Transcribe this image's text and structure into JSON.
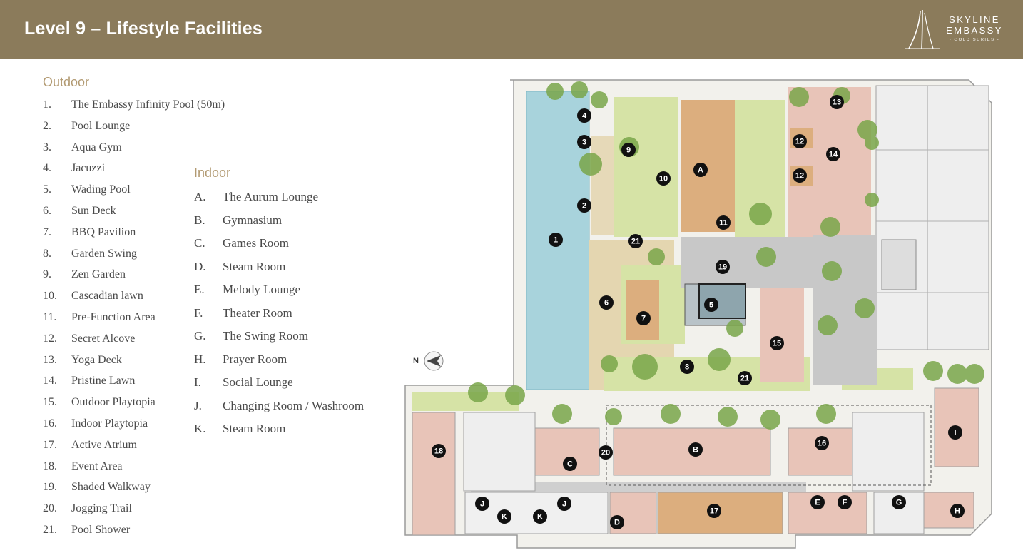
{
  "header": {
    "title": "Level 9 – Lifestyle Facilities",
    "logo": {
      "line1": "SKYLINE",
      "line2": "EMBASSY",
      "line3": "- GOLD SERIES -"
    }
  },
  "outdoor": {
    "title": "Outdoor",
    "items": [
      {
        "num": "1.",
        "label": "The Embassy Infinity Pool (50m)"
      },
      {
        "num": "2.",
        "label": "Pool Lounge"
      },
      {
        "num": "3.",
        "label": "Aqua Gym"
      },
      {
        "num": "4.",
        "label": "Jacuzzi"
      },
      {
        "num": "5.",
        "label": "Wading Pool"
      },
      {
        "num": "6.",
        "label": "Sun Deck"
      },
      {
        "num": "7.",
        "label": "BBQ Pavilion"
      },
      {
        "num": "8.",
        "label": "Garden Swing"
      },
      {
        "num": "9.",
        "label": "Zen Garden"
      },
      {
        "num": "10.",
        "label": "Cascadian lawn"
      },
      {
        "num": "11.",
        "label": "Pre-Function Area"
      },
      {
        "num": "12.",
        "label": "Secret Alcove"
      },
      {
        "num": "13.",
        "label": "Yoga Deck"
      },
      {
        "num": "14.",
        "label": "Pristine Lawn"
      },
      {
        "num": "15.",
        "label": "Outdoor Playtopia"
      },
      {
        "num": "16.",
        "label": "Indoor Playtopia"
      },
      {
        "num": "17.",
        "label": "Active Atrium"
      },
      {
        "num": "18.",
        "label": "Event Area"
      },
      {
        "num": "19.",
        "label": "Shaded Walkway"
      },
      {
        "num": "20.",
        "label": "Jogging Trail"
      },
      {
        "num": "21.",
        "label": "Pool Shower"
      }
    ]
  },
  "indoor": {
    "title": "Indoor",
    "items": [
      {
        "num": "A.",
        "label": "The Aurum Lounge"
      },
      {
        "num": "B.",
        "label": "Gymnasium"
      },
      {
        "num": "C.",
        "label": "Games Room"
      },
      {
        "num": "D.",
        "label": "Steam Room"
      },
      {
        "num": "E.",
        "label": "Melody Lounge"
      },
      {
        "num": "F.",
        "label": "Theater Room"
      },
      {
        "num": "G.",
        "label": "The Swing Room"
      },
      {
        "num": "H.",
        "label": "Prayer Room"
      },
      {
        "num": "I.",
        "label": "Social Lounge"
      },
      {
        "num": "J.",
        "label": "Changing Room / Washroom"
      },
      {
        "num": "K.",
        "label": "Steam Room"
      }
    ]
  },
  "plan": {
    "compass": "N",
    "colors": {
      "water": "#a8d3dc",
      "lawn": "#d6e3a6",
      "deck": "#dcae7e",
      "room": "#e8c4b8",
      "paving": "#c8c8c8",
      "tree": "#7aa64a",
      "marker": "#111111"
    },
    "markers": [
      "1",
      "2",
      "3",
      "4",
      "5",
      "6",
      "7",
      "8",
      "9",
      "10",
      "11",
      "12",
      "12",
      "13",
      "14",
      "15",
      "16",
      "17",
      "18",
      "19",
      "20",
      "21",
      "21",
      "A",
      "B",
      "C",
      "D",
      "E",
      "F",
      "G",
      "H",
      "I",
      "J",
      "J",
      "K",
      "K"
    ]
  }
}
